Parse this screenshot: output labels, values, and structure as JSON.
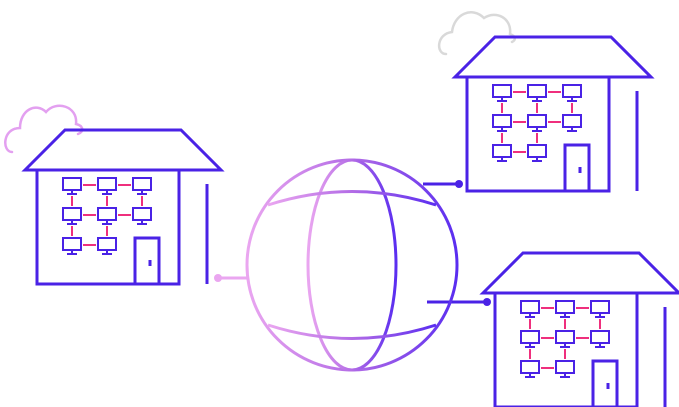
{
  "colors": {
    "primary": "#4a22e6",
    "connector": "#ef2f7d",
    "globe_light": "#eaa6f0",
    "globe_mid": "#b36ce6",
    "globe_dark": "#5a2df0",
    "cloud_pink": "#e3a0f0",
    "cloud_gray": "#d9d9d9"
  },
  "diagram": {
    "center_icon": "globe-icon",
    "buildings": [
      {
        "id": "left",
        "computers_per_row": [
          3,
          3,
          2
        ],
        "cloud": "pink"
      },
      {
        "id": "top-right",
        "computers_per_row": [
          3,
          3,
          2
        ],
        "cloud": "gray"
      },
      {
        "id": "bottom-right",
        "computers_per_row": [
          3,
          3,
          2
        ],
        "cloud": "none"
      }
    ],
    "connections": [
      "left",
      "top-right",
      "bottom-right"
    ]
  }
}
